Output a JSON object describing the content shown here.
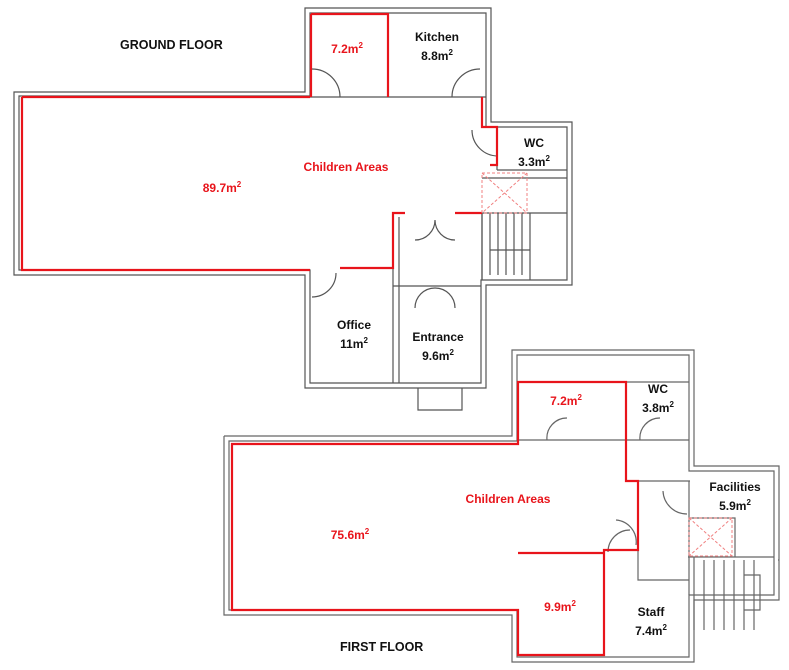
{
  "floors": {
    "ground": {
      "title": "GROUND FLOOR",
      "rooms": [
        {
          "name": "",
          "area": "7.2m",
          "highlight": true
        },
        {
          "name": "Kitchen",
          "area": "8.8m",
          "highlight": false
        },
        {
          "name": "WC",
          "area": "3.3m",
          "highlight": false
        },
        {
          "name": "Children Areas",
          "area": "89.7m",
          "highlight": true
        },
        {
          "name": "Office",
          "area": "11m",
          "highlight": false
        },
        {
          "name": "Entrance",
          "area": "9.6m",
          "highlight": false
        }
      ]
    },
    "first": {
      "title": "FIRST FLOOR",
      "rooms": [
        {
          "name": "",
          "area": "7.2m",
          "highlight": true
        },
        {
          "name": "WC",
          "area": "3.8m",
          "highlight": false
        },
        {
          "name": "Facilities",
          "area": "5.9m",
          "highlight": false
        },
        {
          "name": "Children Areas",
          "area": "75.6m",
          "highlight": true
        },
        {
          "name": "",
          "area": "9.9m",
          "highlight": true
        },
        {
          "name": "Staff",
          "area": "7.4m",
          "highlight": false
        }
      ]
    }
  },
  "unit_superscript": "2",
  "colors": {
    "highlight": "#e8141b",
    "wall": "#555555",
    "text": "#111111"
  }
}
